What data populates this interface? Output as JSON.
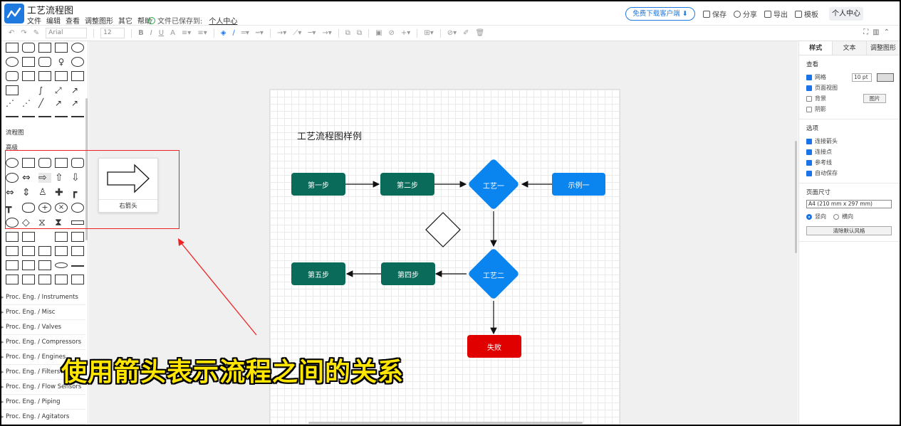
{
  "app": {
    "title": "工艺流程图"
  },
  "menu": [
    "文件",
    "编辑",
    "查看",
    "调整图形",
    "其它",
    "帮助"
  ],
  "save_status": {
    "text": "文件已保存到:",
    "location": "个人中心"
  },
  "header": {
    "download_label": "免费下载客户端 ⬇",
    "actions": [
      "保存",
      "分享",
      "导出",
      "模板"
    ],
    "user_label": "个人中心"
  },
  "toolbar": {
    "font": "Arial",
    "size": "12"
  },
  "sidebar": {
    "flowchart_label": "流程图",
    "advanced_label": "高级",
    "categories": [
      "Proc. Eng. / Instruments",
      "Proc. Eng. / Misc",
      "Proc. Eng. / Valves",
      "Proc. Eng. / Compressors",
      "Proc. Eng. / Engines",
      "Proc. Eng. / Filters",
      "Proc. Eng. / Flow Sensors",
      "Proc. Eng. / Piping",
      "Proc. Eng. / Agitators"
    ]
  },
  "preview": {
    "label": "右箭头"
  },
  "diagram": {
    "title": "工艺流程图样例",
    "nodes": {
      "step1": "第一步",
      "step2": "第二步",
      "craft1": "工艺一",
      "example1": "示例一",
      "craft2": "工艺二",
      "step4": "第四步",
      "step5": "第五步",
      "fail": "失败"
    },
    "colors": {
      "green": "#0b6b5a",
      "blue": "#0a85f0",
      "red": "#e00000"
    }
  },
  "right_panel": {
    "tabs": [
      "样式",
      "文本",
      "调整图形"
    ],
    "view": {
      "heading": "查看",
      "grid": "网格",
      "grid_size": "10 pt",
      "page_view": "页面视图",
      "background": "背景",
      "background_btn": "图片",
      "shadow": "阴影"
    },
    "options": {
      "heading": "选项",
      "items": [
        "连接箭头",
        "连接点",
        "参考线",
        "自动保存"
      ]
    },
    "page": {
      "heading": "页面尺寸",
      "size": "A4 (210 mm x 297 mm)",
      "portrait": "竖向",
      "landscape": "横向",
      "reset_btn": "清除默认风格"
    }
  },
  "caption": "使用箭头表示流程之间的关系"
}
